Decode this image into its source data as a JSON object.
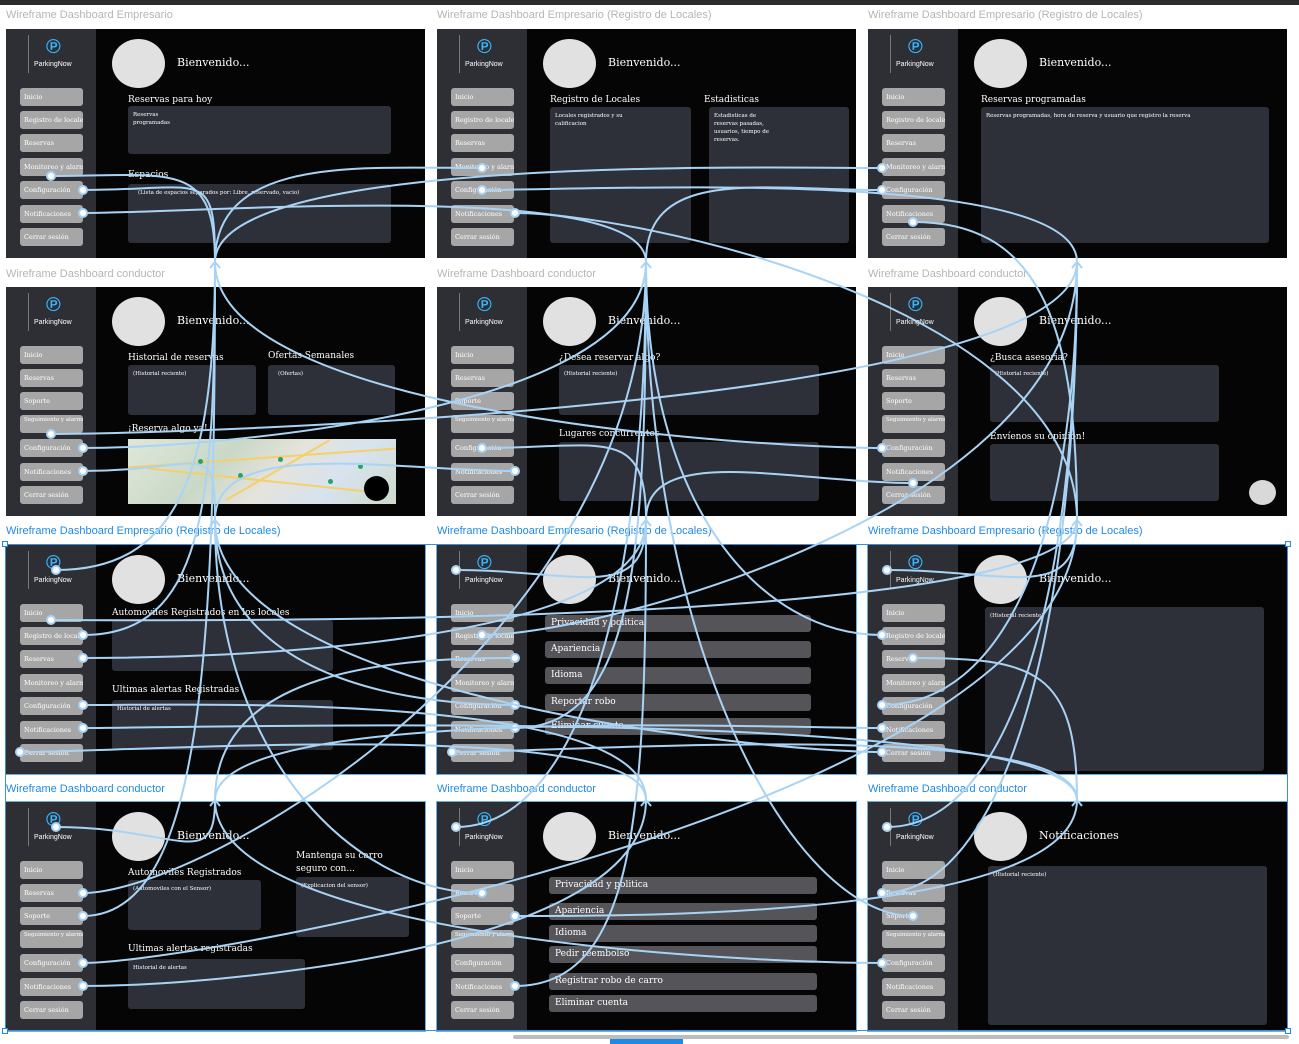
{
  "titles": {
    "empresario": "Wireframe Dashboard Empresario",
    "registro": "Wireframe Dashboard Empresario (Registro de Locales)",
    "conductor": "Wireframe Dashboard conductor"
  },
  "common": {
    "logo_text": "ParkingNow",
    "welcome": "Bienvenido...",
    "notif_title": "Notificaciones"
  },
  "nav_empresario": [
    "Inicio",
    "Registro de locales",
    "Reservas",
    "Monitoreo y alarmas",
    "Configuración",
    "Notificaciones",
    "Cerrar sesión"
  ],
  "nav_conductor": [
    "Inicio",
    "Reservas",
    "Soporte",
    "Seguimiento y alarmas de vehiculo",
    "Configuración",
    "Notificaciones",
    "Cerrar sesión"
  ],
  "f1": {
    "sec1": "Reservas para hoy",
    "sec1_text": "Reservas programadas",
    "sec2": "Espacios",
    "sec2_text": "(Lista de espacios separados por: Libre, reservado, vacio)"
  },
  "f2": {
    "sec1": "Registro de Locales",
    "sec1_text": "Locales registrados y su calificacion",
    "sec2": "Estadisticas",
    "sec2_text": "Estadisticas de reservas pasadas, usuarios, tiempo de reservas."
  },
  "f3": {
    "sec1": "Reservas programadas",
    "sec1_text": "Reservas programadas, hora de reserva y usuario que registro la reserva"
  },
  "f4": {
    "sec1": "Historial de reservas",
    "sec1_text": "(Historial reciente)",
    "sec2": "Ofertas Semanales",
    "sec2_text": "(Ofertas)",
    "sec3": "¡Reserva algo ya!"
  },
  "f5": {
    "sec1": "¿Desea reservar algo?",
    "sec1_text": "(Historial reciente)",
    "sec2": "Lugares concurrentes"
  },
  "f6": {
    "sec1": "¿Busca asesoria?",
    "sec1_text": "(Historial reciente)",
    "sec2": "Envíenos su opinion!"
  },
  "f7": {
    "sec1": "Automoviles Registrados en los locales",
    "sec2": "Ultimas alertas Registradas",
    "sec2_text": "Historial de alertas"
  },
  "f8": {
    "settings": [
      "Privacidad y politica",
      "Apariencia",
      "Idioma",
      "Reportar robo",
      "Eliminar cuenta"
    ]
  },
  "f9": {
    "panel_text": "(Historial reciente)"
  },
  "f10": {
    "sec1": "Automoviles Registrados",
    "sec1_text": "(Automoviles con el Sensor)",
    "sec2": "Mantenga su carro seguro con...",
    "sec2_text": "(Explicacion del sensor)",
    "sec3": "Ultimas alertas registradas",
    "sec3_text": "Historial de alertas"
  },
  "f11": {
    "settings": [
      "Privacidad y politica",
      "Apariencia",
      "Idioma",
      "Pedir reembolso",
      "Registrar robo de carro",
      "Eliminar cuenta"
    ]
  },
  "f12": {
    "panel_text": "(Historial reciente)"
  },
  "colors": {
    "frame_bg": "#050505",
    "sidebar_bg": "#2d2f35",
    "panel_bg": "#2e3039",
    "nav_button": "#a6a6a6",
    "accent_logo": "#38b6ff",
    "prototype_wire": "#a9d3f5",
    "selection": "#1f8ae6"
  },
  "icons": [
    "parkingnow-logo-icon",
    "avatar-placeholder",
    "map-thumbnail"
  ]
}
